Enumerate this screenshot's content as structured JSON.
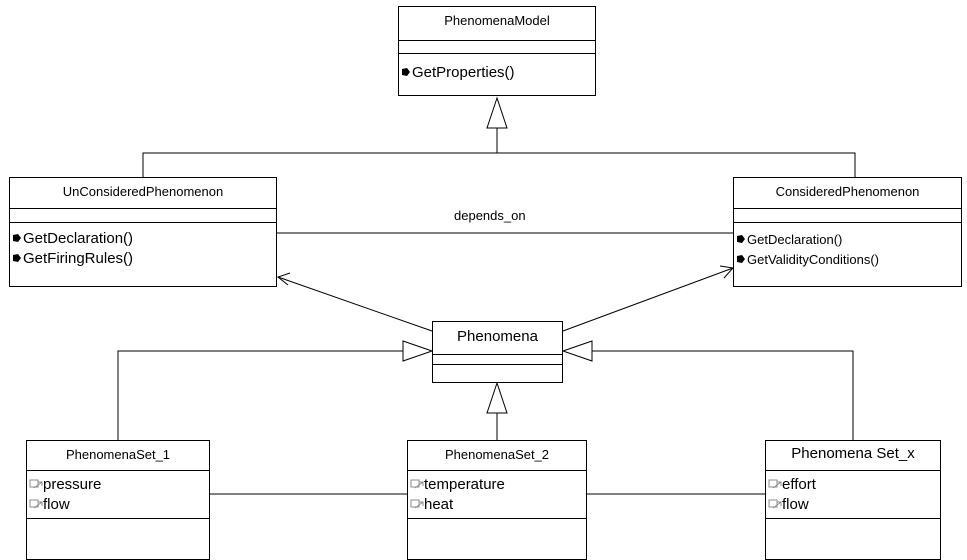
{
  "classes": {
    "phenomena_model": {
      "name": "PhenomenaModel",
      "operations": [
        "GetProperties()"
      ]
    },
    "unconsidered": {
      "name": "UnConsideredPhenomenon",
      "operations": [
        "GetDeclaration()",
        "GetFiringRules()"
      ]
    },
    "considered": {
      "name": "ConsideredPhenomenon",
      "operations": [
        "GetDeclaration()",
        "GetValidityConditions()"
      ]
    },
    "phenomena": {
      "name": "Phenomena"
    },
    "set_1": {
      "name": "PhenomenaSet_1",
      "attributes": [
        "pressure",
        "flow"
      ]
    },
    "set_2": {
      "name": "PhenomenaSet_2",
      "attributes": [
        "temperature",
        "heat"
      ]
    },
    "set_x": {
      "name": "Phenomena Set_x",
      "attributes": [
        "effort",
        "flow"
      ]
    }
  },
  "associations": {
    "depends_on": "depends_on"
  },
  "icons": {
    "operation": "operation-icon",
    "attribute": "attribute-icon"
  },
  "colors": {
    "line": "#000000",
    "background": "#ffffff",
    "icon_gray": "#8c8c8c"
  }
}
